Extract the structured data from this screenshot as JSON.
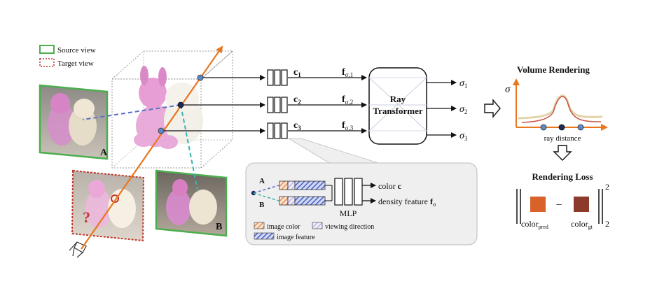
{
  "legend": {
    "source_view": "Source view",
    "target_view": "Target view"
  },
  "views": {
    "a_label": "A",
    "b_label": "B"
  },
  "features": {
    "c": [
      "c",
      "c",
      "c"
    ],
    "c_sub": [
      "1",
      "2",
      "3"
    ],
    "f": [
      "f",
      "f",
      "f"
    ],
    "f_sub": [
      "σ,1",
      "σ,2",
      "σ,3"
    ]
  },
  "ray_transformer": {
    "line1": "Ray",
    "line2": "Transformer"
  },
  "sigma_outputs": {
    "symbol": [
      "σ",
      "σ",
      "σ"
    ],
    "sub": [
      "1",
      "2",
      "3"
    ]
  },
  "inset": {
    "point_a": "A",
    "point_b": "B",
    "mlp": "MLP",
    "out_color": "color ",
    "out_color_var": "c",
    "out_density": "density feature ",
    "out_density_var": "f",
    "out_density_sub": "σ",
    "legend_image_color": "image color",
    "legend_viewing_direction": "viewing direction",
    "legend_image_feature": "image feature"
  },
  "volume_rendering": {
    "title": "Volume Rendering",
    "ylabel": "σ",
    "xlabel": "ray distance"
  },
  "rendering_loss": {
    "title": "Rendering Loss",
    "pred_main": "color",
    "pred_sub": "pred",
    "gt_main": "color",
    "gt_sub": "gt",
    "minus": "−",
    "sup": "2",
    "sub": "2"
  },
  "colors": {
    "ray_orange": "#e8761e",
    "source_green": "#4cae4c",
    "target_red": "#c0392b",
    "ray_a_blue": "#5b6fc4",
    "ray_b_teal": "#36b5b0",
    "inset_bg": "#efefef",
    "point_blue": "#5a88c8",
    "pred_color": "#d9622b",
    "gt_color": "#8e3a2a"
  }
}
